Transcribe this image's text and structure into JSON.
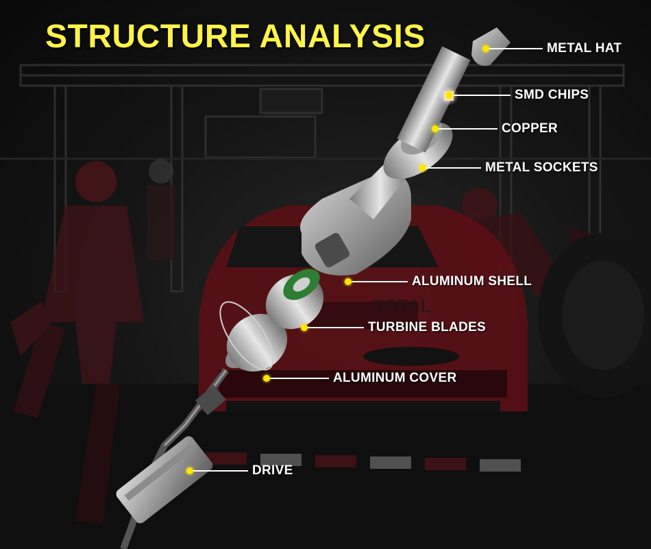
{
  "title": "STRUCTURE ANALYSIS",
  "colors": {
    "title": "#fff34a",
    "dot": "#ffe600",
    "line": "#ffffff",
    "label": "#ffffff",
    "car_red": "#9b1c24"
  },
  "parts": [
    {
      "id": "metal-hat",
      "label": "METAL HAT"
    },
    {
      "id": "smd-chips",
      "label": "SMD CHIPS"
    },
    {
      "id": "copper",
      "label": "COPPER"
    },
    {
      "id": "metal-sockets",
      "label": "METAL SOCKETS"
    },
    {
      "id": "aluminum-shell",
      "label": "ALUMINUM SHELL"
    },
    {
      "id": "turbine-blades",
      "label": "TURBINE BLADES"
    },
    {
      "id": "aluminum-cover",
      "label": "ALUMINUM COVER"
    },
    {
      "id": "drive",
      "label": "DRIVE"
    }
  ]
}
